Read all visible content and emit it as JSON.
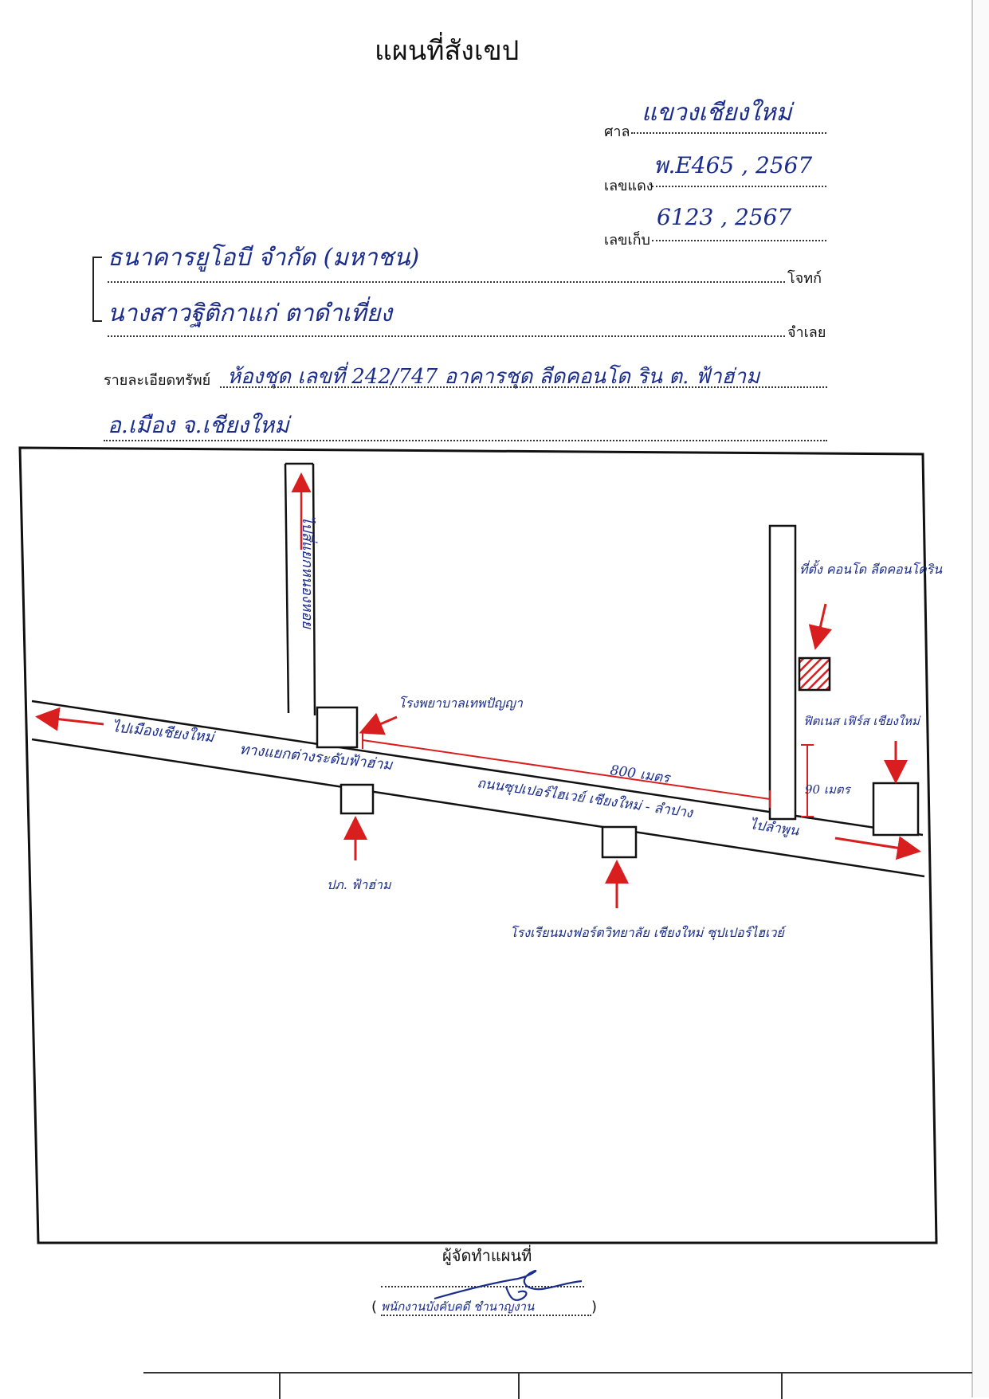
{
  "header": {
    "title": "แผนที่สังเขป"
  },
  "court": {
    "label": "ศาล",
    "value": "แขวงเชียงใหม่"
  },
  "red_case_no": {
    "label": "เลขแดง",
    "value": "พ.E465 , 2567"
  },
  "file_no": {
    "label": "เลขเก็บ",
    "value": "6123 , 2567"
  },
  "plaintiff": {
    "label": "โจทก์",
    "value": "ธนาคารยูโอบี จำกัด (มหาชน)"
  },
  "defendant": {
    "label": "จำเลย",
    "value": "นางสาวฐิติกาแก่ ตาดำเที่ยง"
  },
  "property": {
    "label": "รายละเอียดทรัพย์",
    "line1": "ห้องชุด เลขที่ 242/747 อาคารชุด ลีดคอนโด ริน ต. ฟ้าฮ่าม",
    "line2": "อ.เมือง จ.เชียงใหม่"
  },
  "map": {
    "side_road_label": "ไปสี่แยกหนองหอย",
    "left_arrow_label": "ไปเมืองเชียงใหม่",
    "intersection_label": "ทางแยกต่างระดับฟ้าฮ่าม",
    "main_road_label": "ถนนซุปเปอร์ไฮเวย์ เชียงใหม่ - ลำปาง",
    "distance_label": "800 เมตร",
    "right_road_label": "ไปลำพูน",
    "hospital_label": "โรงพยาบาลเทพปัญญา",
    "condo_label": "ที่ตั้ง คอนโด ลีดคอนโดริน",
    "fitness_label": "ฟิตเนส เฟิร์ส เชียงใหม่",
    "short_distance_label": "90 เมตร",
    "police_label": "ปภ. ฟ้าฮ่าม",
    "school_label": "โรงเรียนมงฟอร์ตวิทยาลัย เชียงใหม่ ซุปเปอร์ไฮเวย์",
    "colors": {
      "ink": "#1a2c8c",
      "marker": "#d81e1e",
      "line": "#111111"
    }
  },
  "footer": {
    "maker_label": "ผู้จัดทำแผนที่",
    "maker_name": "พนักงานบังคับคดี ชำนาญงาน"
  }
}
